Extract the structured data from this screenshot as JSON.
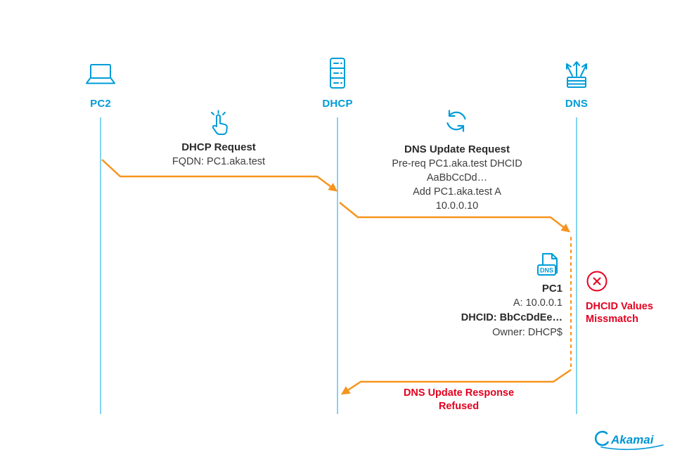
{
  "colors": {
    "brand_blue": "#009cd8",
    "lifeline_blue": "#5cc6ee",
    "arrow_orange": "#f7941e",
    "error_red": "#e4001f",
    "text_dark": "#2b2b2b"
  },
  "actors": [
    {
      "label": "PC2",
      "icon": "laptop-icon"
    },
    {
      "label": "DHCP",
      "icon": "server-icon"
    },
    {
      "label": "DNS",
      "icon": "network-device-icon"
    }
  ],
  "messages": {
    "dhcp_request": {
      "icon": "hand-click-icon",
      "title": "DHCP Request",
      "line1": "FQDN: PC1.aka.test"
    },
    "dns_update_request": {
      "icon": "refresh-icon",
      "title": "DNS Update Request",
      "line1": "Pre-req PC1.aka.test DHCID",
      "line2": "AaBbCcDd…",
      "line3": "Add PC1.aka.test A",
      "line4": "10.0.0.10"
    },
    "dns_update_response": {
      "line1": "DNS Update Response",
      "line2": "Refused"
    }
  },
  "dns_record": {
    "icon": "dns-document-icon",
    "icon_text": "DNS",
    "title": "PC1",
    "line1": "A: 10.0.0.1",
    "line2": "DHCID: BbCcDdEe…",
    "line3": "Owner: DHCP$"
  },
  "error": {
    "icon": "error-cross-icon",
    "line1": "DHCID Values",
    "line2": "Missmatch"
  },
  "logo": {
    "text": "Akamai"
  }
}
